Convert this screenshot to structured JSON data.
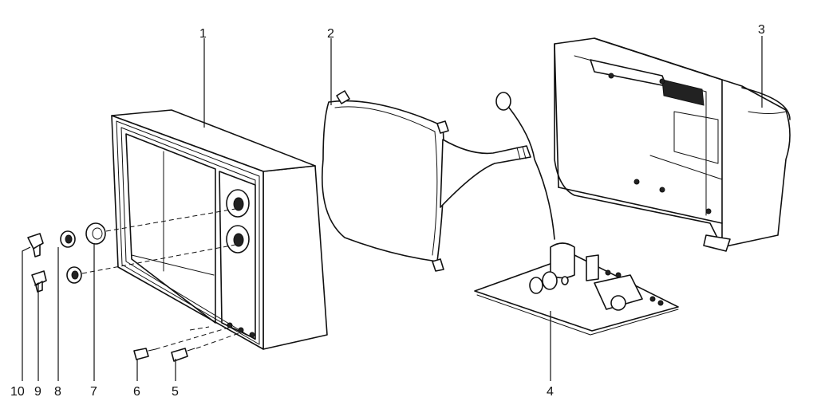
{
  "part_labels": {
    "p1": "1",
    "p2": "2",
    "p3": "3",
    "p4": "4",
    "p5": "5",
    "p6": "6",
    "p7": "7",
    "p8": "8",
    "p9": "9",
    "p10": "10"
  }
}
